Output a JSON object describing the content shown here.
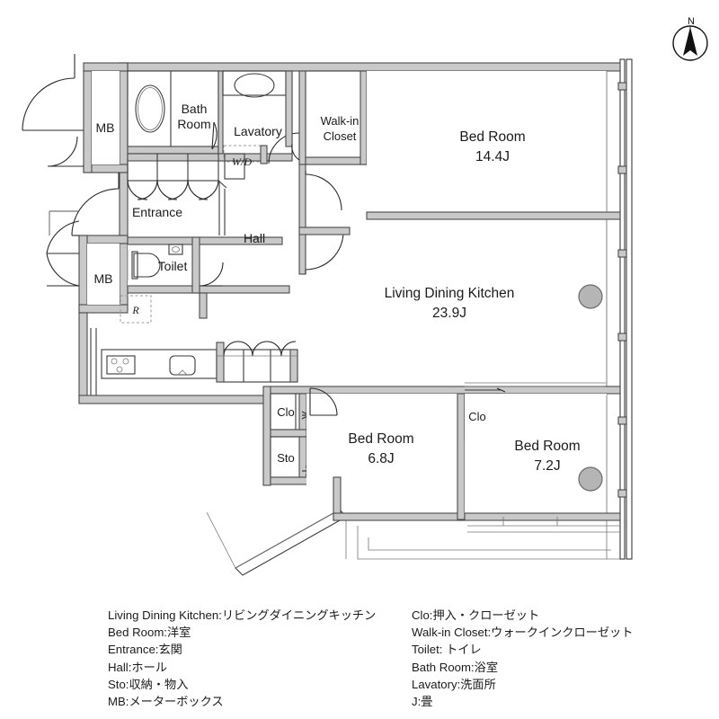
{
  "document": {
    "type": "floor-plan",
    "compass": {
      "north_label": "N",
      "icon": "compass-north-icon"
    }
  },
  "rooms": [
    {
      "id": "mb-top",
      "label": "MB",
      "area": "",
      "icon": "meter-box"
    },
    {
      "id": "bath-room",
      "label": "Bath\nRoom",
      "line1": "Bath",
      "line2": "Room",
      "area": ""
    },
    {
      "id": "lavatory",
      "label": "Lavatory",
      "area": ""
    },
    {
      "id": "walk-in-closet",
      "line1": "Walk-in",
      "line2": "Closet",
      "label": "Walk-in Closet",
      "area": ""
    },
    {
      "id": "bed-room-main",
      "label": "Bed Room",
      "area": "14.4J"
    },
    {
      "id": "entrance",
      "label": "Entrance",
      "area": ""
    },
    {
      "id": "hall",
      "label": "Hall",
      "area": ""
    },
    {
      "id": "toilet",
      "label": "Toilet",
      "area": ""
    },
    {
      "id": "mb-lower",
      "label": "MB",
      "area": ""
    },
    {
      "id": "ldk",
      "label": "Living Dining Kitchen",
      "area": "23.9J"
    },
    {
      "id": "closet-1",
      "label": "Clo",
      "area": ""
    },
    {
      "id": "storage",
      "label": "Sto",
      "area": ""
    },
    {
      "id": "bed-room-2",
      "label": "Bed Room",
      "area": "6.8J"
    },
    {
      "id": "closet-2",
      "label": "Clo",
      "area": ""
    },
    {
      "id": "bed-room-3",
      "label": "Bed Room",
      "area": "7.2J"
    }
  ],
  "fixtures": {
    "washer_dryer": "W/D",
    "refrigerator": "R"
  },
  "legend": {
    "left": [
      "Living Dining Kitchen:リビングダイニングキッチン",
      "Bed Room:洋室",
      "Entrance:玄関",
      "Hall:ホール",
      "Sto:収納・物入",
      "MB:メーターボックス"
    ],
    "right": [
      "Clo:押入・クローゼット",
      "Walk-in Closet:ウォークインクローゼット",
      "Toilet: トイレ",
      "Bath Room:浴室",
      "Lavatory:洗面所",
      "J:畳"
    ]
  },
  "colors": {
    "wall_fill": "#c9c9c9",
    "wall_stroke": "#4a4a4a",
    "thin_line": "#3a3a3a",
    "ac_unit": "#b5b5b5",
    "text": "#1b1b1b",
    "background": "#ffffff"
  }
}
